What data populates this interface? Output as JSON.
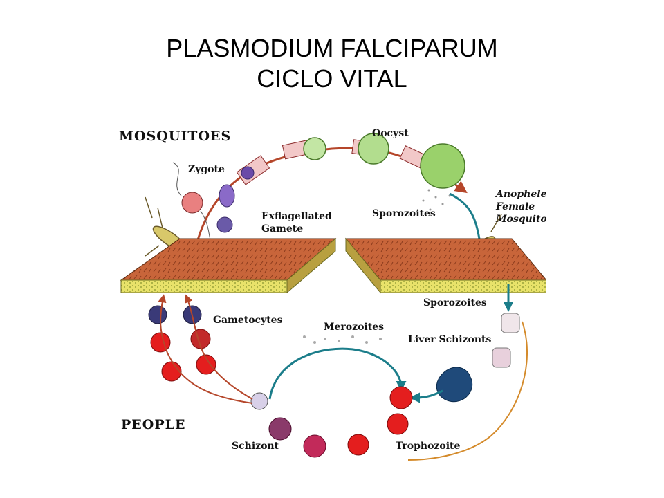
{
  "title": {
    "line1": "PLASMODIUM FALCIPARUM",
    "line2": "CICLO VITAL"
  },
  "diagram": {
    "regions": {
      "mosquitoes": "MOSQUITOES",
      "people": "PEOPLE"
    },
    "stages": {
      "oocyst": "Oocyst",
      "zygote": "Zygote",
      "exflagellated_1": "Exflagellated",
      "exflagellated_2": "Gamete",
      "sporozoites_top": "Sporozoites",
      "anopheles_1": "Anopheles",
      "anopheles_2": "Female",
      "anopheles_3": "Mosquito",
      "sporozoites_bottom": "Sporozoites",
      "gametocytes": "Gametocytes",
      "merozoites": "Merozoites",
      "liver_schizonts": "Liver Schizonts",
      "schizont": "Schizont",
      "trophozoite": "Trophozoite"
    },
    "colors": {
      "arrow": "#b5462a",
      "teal_arrow": "#1b7d8a",
      "skin": "#c8653a",
      "fat": "#e8e26a",
      "rbc": "#e41e1e",
      "oocyst": "#9ad16b",
      "gametocyte": "#3a3a78"
    }
  }
}
